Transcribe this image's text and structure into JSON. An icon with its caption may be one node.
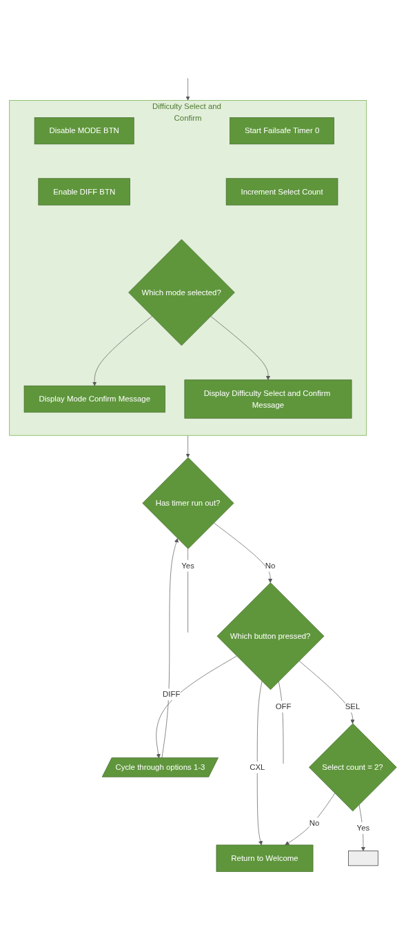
{
  "diagram": {
    "nodes": [
      {
        "text": [
          "Difficulty Select and Confirm"
        ]
      },
      {
        "text": [
          "Disable MODE BTN"
        ],
        "in": 0
      },
      {
        "text": [
          "Start Failsafe Timer 0"
        ],
        "in": 0
      },
      {
        "text": [
          "Enable DIFF BTN"
        ],
        "in": 0
      },
      {
        "text": [
          "Increment Select Count"
        ],
        "in": 0
      },
      {
        "text": [
          "Which mode selected?"
        ],
        "in": 0
      },
      {
        "text": [
          "Display Mode Confirm Message"
        ],
        "in": 0
      },
      {
        "text": [
          "Display Difficulty Select and Confirm Message"
        ],
        "in": 0
      },
      {
        "text": [
          "Has timer run out?"
        ]
      },
      {
        "text": [
          "Cycle through options 1-3"
        ]
      },
      {
        "text": [
          "Which button pressed?"
        ]
      },
      {
        "text": [
          "Select count = 2?"
        ]
      },
      {
        "text": [
          "Return to Welcome"
        ]
      },
      {
        "text": [],
        "shape": "box"
      }
    ],
    "edges": [
      {
        "from": null,
        "to": 0,
        "arrow": "to"
      },
      {
        "from": 5,
        "to": 6,
        "arrow": "to"
      },
      {
        "from": 5,
        "to": 7,
        "arrow": "to"
      },
      {
        "from": 0,
        "to": 8,
        "arrow": "to"
      },
      {
        "from": 9,
        "to": 8,
        "arrow": "to"
      },
      {
        "from": 8,
        "to": 10,
        "arrow": "to",
        "label": "No"
      },
      {
        "from": 8,
        "to": null,
        "arrow": "none",
        "label": "Yes"
      },
      {
        "from": 10,
        "to": null,
        "arrow": "none",
        "label": "OFF"
      },
      {
        "from": 10,
        "to": 9,
        "arrow": "to",
        "label": "DIFF"
      },
      {
        "from": 10,
        "to": 12,
        "arrow": "to",
        "label": "CXL"
      },
      {
        "from": 10,
        "to": 11,
        "arrow": "to",
        "label": "SEL"
      },
      {
        "from": 11,
        "to": 12,
        "arrow": "to",
        "label": "No"
      },
      {
        "from": 11,
        "to": 13,
        "arrow": "to",
        "label": "Yes"
      }
    ]
  }
}
